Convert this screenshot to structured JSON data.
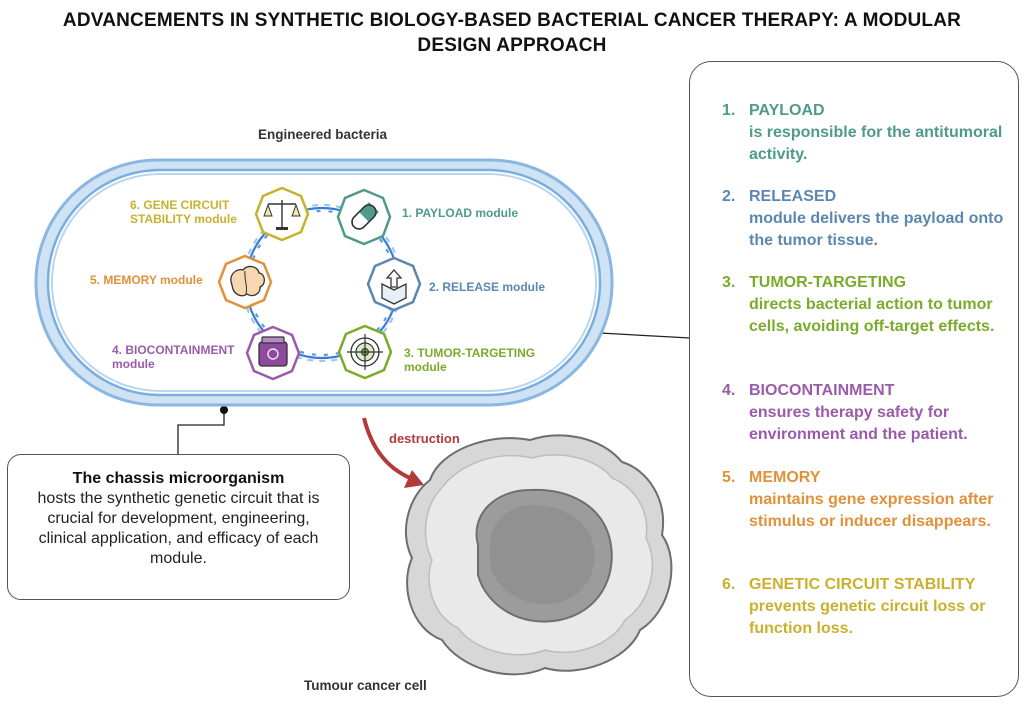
{
  "title": "ADVANCEMENTS IN SYNTHETIC BIOLOGY-BASED BACTERIAL CANCER THERAPY: A MODULAR DESIGN APPROACH",
  "bacteria_label": "Engineered bacteria",
  "cell_label": "Tumour cancer cell",
  "destruction_label": "destruction",
  "colors": {
    "payload": "#4f9a8a",
    "release": "#5b87b0",
    "targeting": "#7bab2b",
    "biocontainment": "#9b5bab",
    "memory": "#e0913a",
    "stability": "#c9b12e"
  },
  "modules": [
    {
      "label": "1.  PAYLOAD module",
      "icon": "pill-icon"
    },
    {
      "label": "2. RELEASE module",
      "icon": "box-release-icon"
    },
    {
      "label_1": "3. TUMOR-TARGETING",
      "label_2": "module",
      "icon": "target-icon"
    },
    {
      "label_1": "4. BIOCONTAINMENT",
      "label_2": "module",
      "icon": "biohazard-container-icon"
    },
    {
      "label": "5. MEMORY module",
      "icon": "brain-icon"
    },
    {
      "label_1": "6. GENE CIRCUIT",
      "label_2": "STABILITY module",
      "icon": "balance-icon"
    }
  ],
  "chassis": {
    "heading": "The chassis microorganism",
    "text": "hosts the synthetic genetic circuit that is crucial for development, engineering, clinical application, and efficacy of each module."
  },
  "descriptions": [
    {
      "num": "1.",
      "name": "PAYLOAD",
      "text": "is responsible for the antitumoral activity."
    },
    {
      "num": "2.",
      "name": "RELEASED",
      "text": "module delivers the payload onto the tumor tissue."
    },
    {
      "num": "3.",
      "name": "TUMOR-TARGETING",
      "text": "directs bacterial action to tumor cells, avoiding off-target effects."
    },
    {
      "num": "4.",
      "name": "BIOCONTAINMENT",
      "text": "ensures therapy safety for environment and the patient."
    },
    {
      "num": "5.",
      "name": "MEMORY",
      "text": "maintains gene expression after stimulus or inducer disappears."
    },
    {
      "num": "6.",
      "name": "GENETIC CIRCUIT STABILITY",
      "text": "prevents genetic circuit loss or function loss."
    }
  ]
}
